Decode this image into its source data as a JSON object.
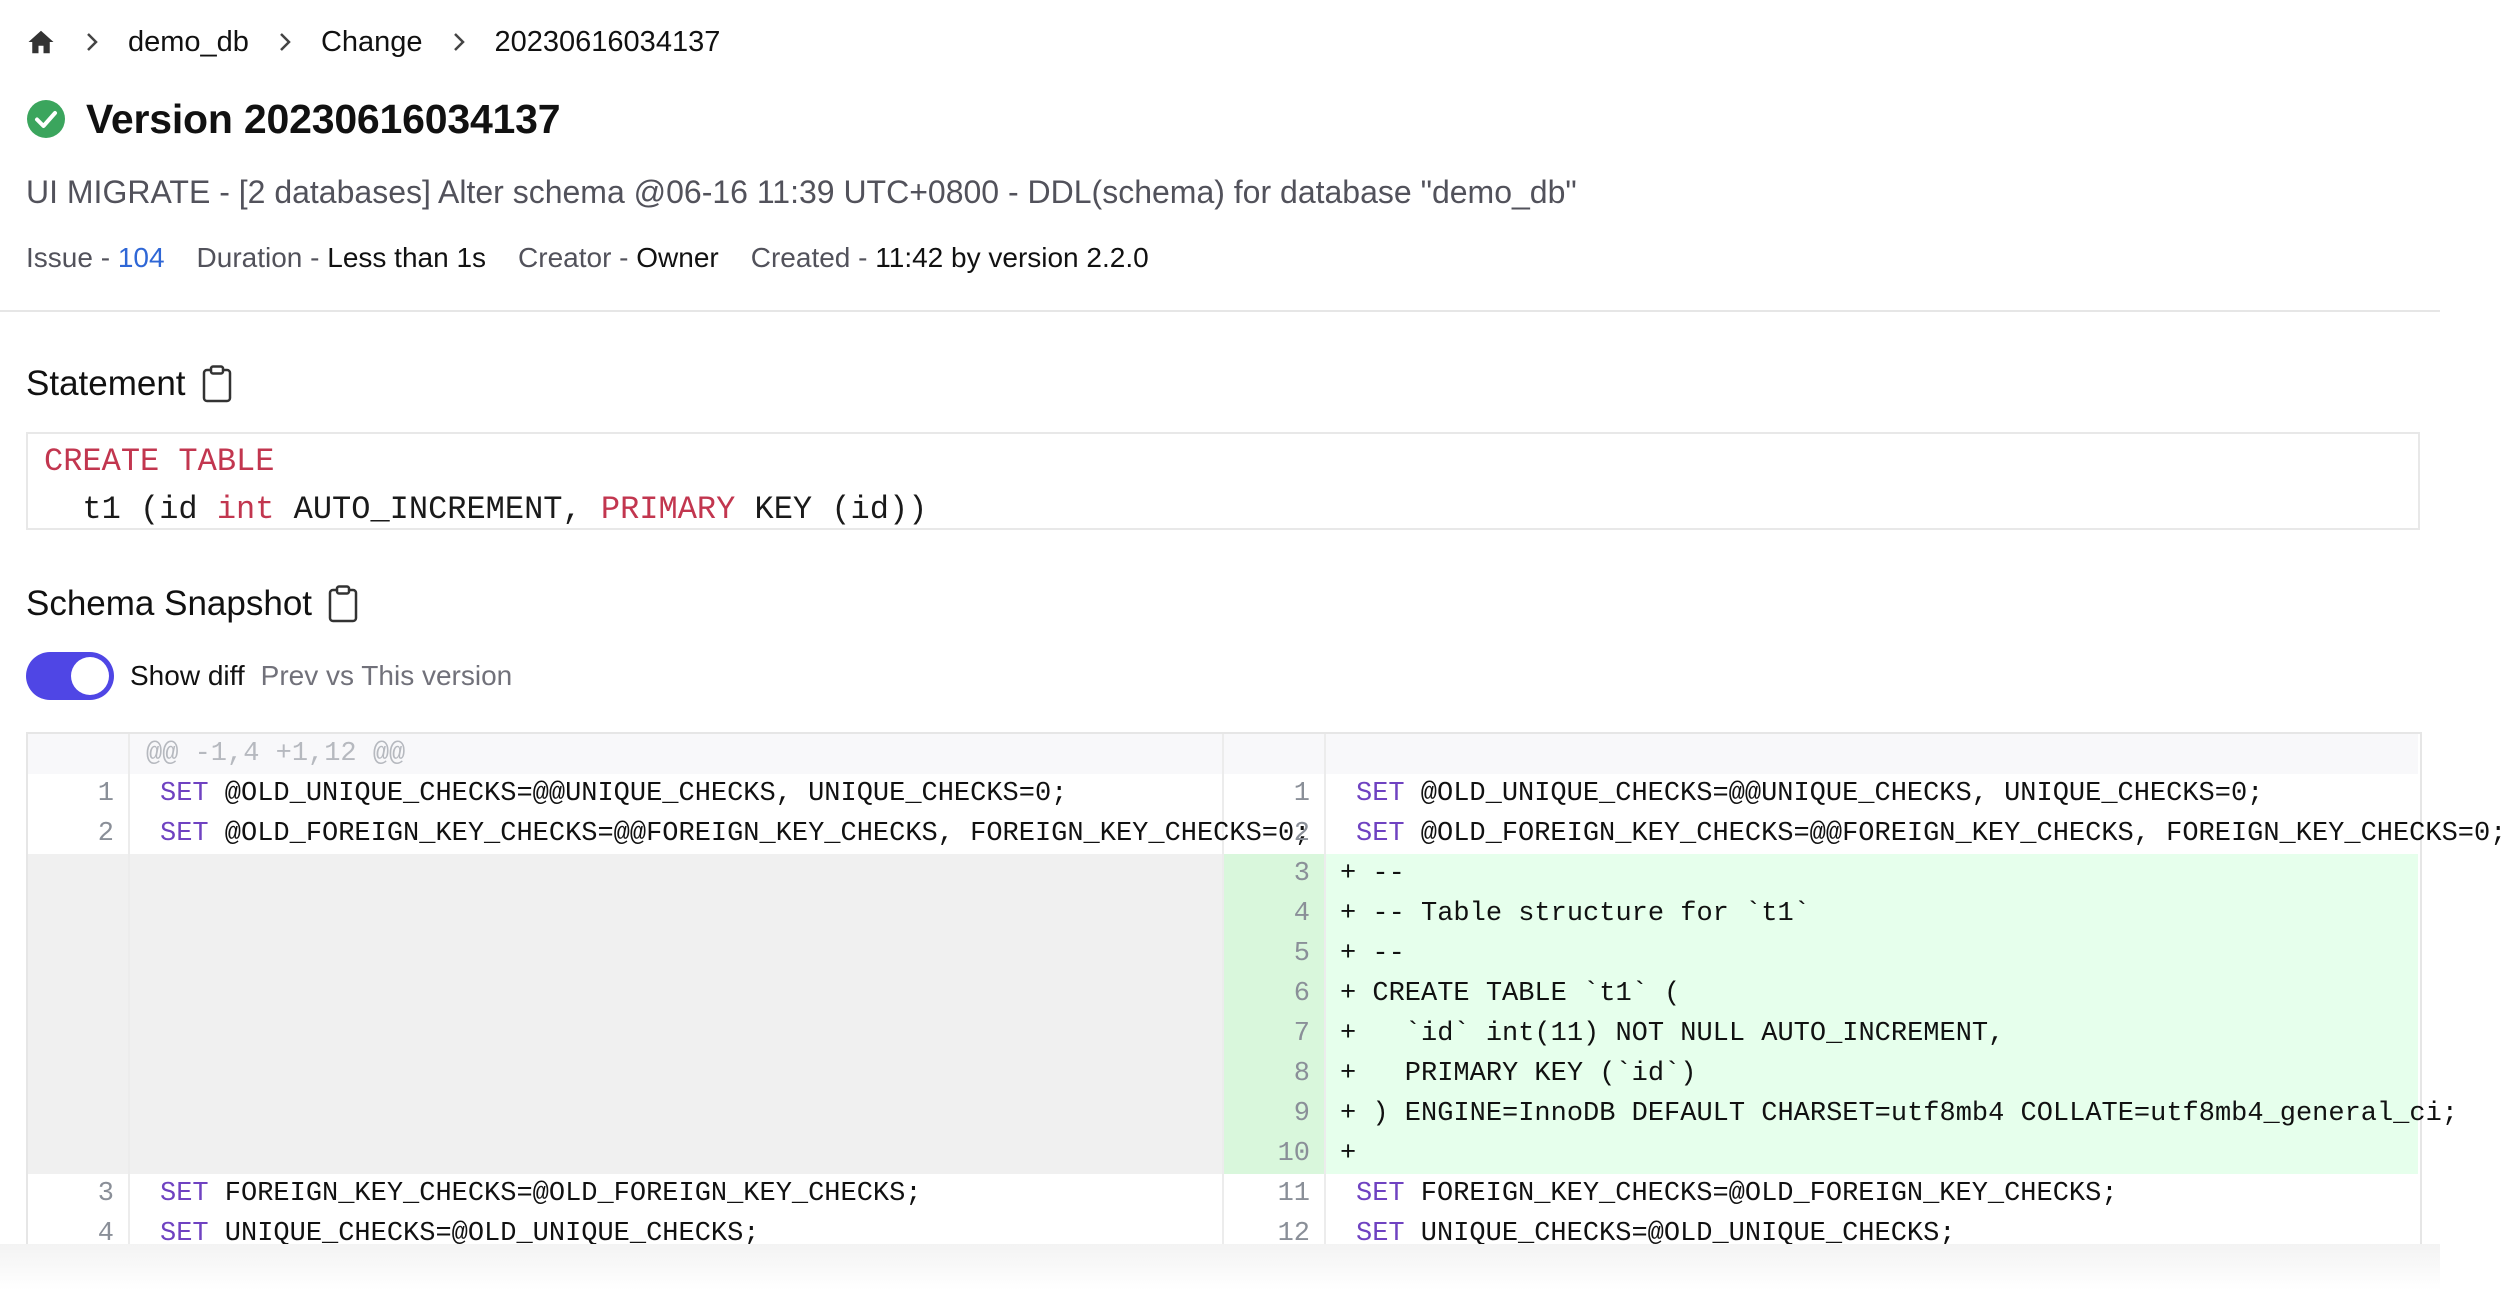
{
  "breadcrumb": {
    "items": [
      "demo_db",
      "Change",
      "20230616034137"
    ]
  },
  "header": {
    "title": "Version 20230616034137",
    "description": "UI MIGRATE - [2 databases] Alter schema @06-16 11:39 UTC+0800 - DDL(schema) for database \"demo_db\""
  },
  "meta": {
    "issue_label": "Issue - ",
    "issue_value": "104",
    "duration_label": "Duration - ",
    "duration_value": "Less than 1s",
    "creator_label": "Creator - ",
    "creator_value": "Owner",
    "created_label": "Created - ",
    "created_value": "11:42 by version 2.2.0"
  },
  "statement": {
    "title": "Statement",
    "line1_kw": "CREATE TABLE",
    "line2_a": "  t1 (id ",
    "line2_kw1": "int",
    "line2_b": " AUTO_INCREMENT, ",
    "line2_kw2": "PRIMARY",
    "line2_c": " KEY (id))"
  },
  "schema_snapshot": {
    "title": "Schema Snapshot",
    "toggle_label": "Show diff",
    "toggle_hint": "Prev vs This version",
    "toggle_on": true
  },
  "diff": {
    "hunk_header": "@@ -1,4 +1,12 @@",
    "left": [
      {
        "n": "1",
        "text": "SET @OLD_UNIQUE_CHECKS=@@UNIQUE_CHECKS, UNIQUE_CHECKS=0;"
      },
      {
        "n": "2",
        "text": "SET @OLD_FOREIGN_KEY_CHECKS=@@FOREIGN_KEY_CHECKS, FOREIGN_KEY_CHECKS=0;"
      },
      {
        "n": "3",
        "text": "SET FOREIGN_KEY_CHECKS=@OLD_FOREIGN_KEY_CHECKS;"
      },
      {
        "n": "4",
        "text": "SET UNIQUE_CHECKS=@OLD_UNIQUE_CHECKS;"
      }
    ],
    "right": [
      {
        "n": "1",
        "text": "SET @OLD_UNIQUE_CHECKS=@@UNIQUE_CHECKS, UNIQUE_CHECKS=0;"
      },
      {
        "n": "2",
        "text": "SET @OLD_FOREIGN_KEY_CHECKS=@@FOREIGN_KEY_CHECKS, FOREIGN_KEY_CHECKS=0;"
      },
      {
        "n": "3",
        "text": "+ --"
      },
      {
        "n": "4",
        "text": "+ -- Table structure for `t1`"
      },
      {
        "n": "5",
        "text": "+ --"
      },
      {
        "n": "6",
        "text": "+ CREATE TABLE `t1` ("
      },
      {
        "n": "7",
        "text": "+   `id` int(11) NOT NULL AUTO_INCREMENT,"
      },
      {
        "n": "8",
        "text": "+   PRIMARY KEY (`id`)"
      },
      {
        "n": "9",
        "text": "+ ) ENGINE=InnoDB DEFAULT CHARSET=utf8mb4 COLLATE=utf8mb4_general_ci;"
      },
      {
        "n": "10",
        "text": "+"
      },
      {
        "n": "11",
        "text": "SET FOREIGN_KEY_CHECKS=@OLD_FOREIGN_KEY_CHECKS;"
      },
      {
        "n": "12",
        "text": "SET UNIQUE_CHECKS=@OLD_UNIQUE_CHECKS;"
      }
    ]
  },
  "colors": {
    "accent": "#4f46e5",
    "success": "#3ba55d",
    "link": "#2f67d6",
    "keyword": "#c2364f",
    "added_bg": "#e6ffec"
  }
}
